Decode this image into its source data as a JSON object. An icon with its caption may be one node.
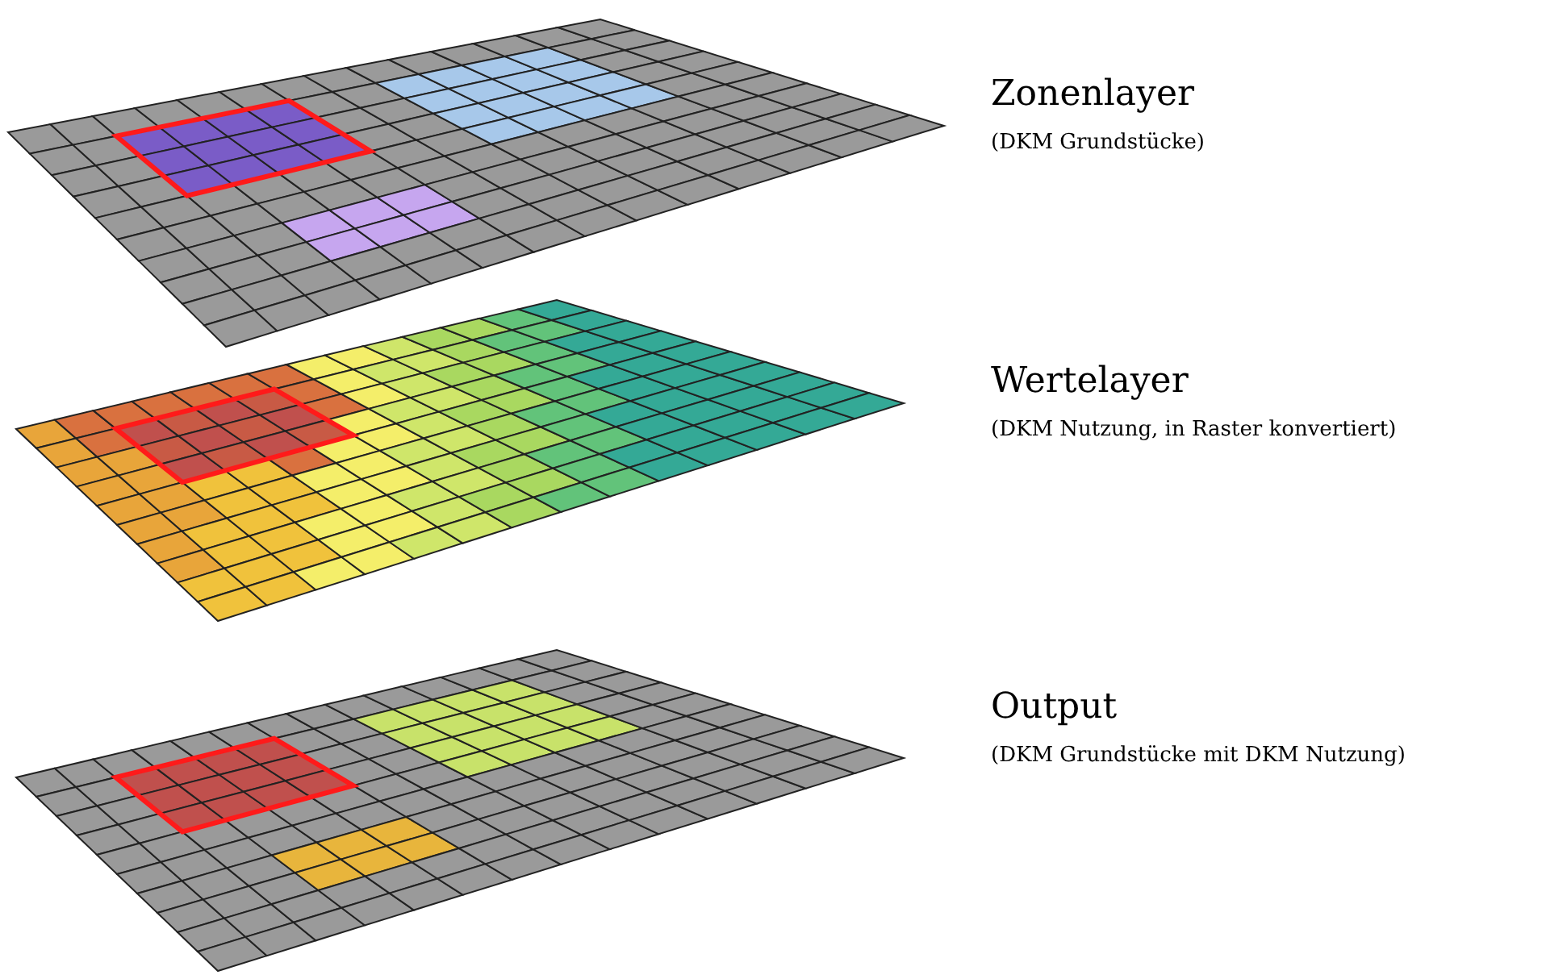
{
  "diagram": {
    "labels": [
      "Zonenlayer",
      "(DKM Grundstücke)",
      "Wertelayer",
      "(DKM Nutzung, in Raster konvertiert)",
      "Output",
      "(DKM Grundstücke mit DKM Nutzung)"
    ]
  }
}
